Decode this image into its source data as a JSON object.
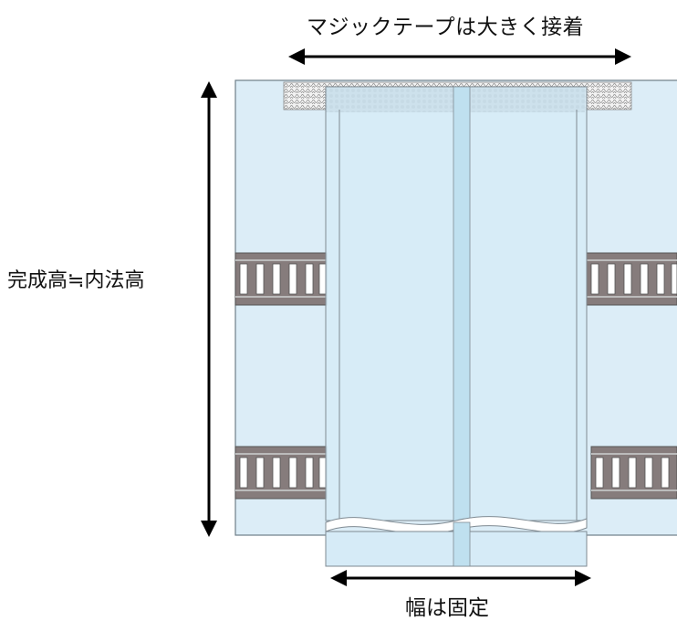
{
  "labels": {
    "top": "マジックテープは大きく接着",
    "left": "完成高≒内法高",
    "bottom": "幅は固定"
  },
  "colors": {
    "window_fill": "#dcedf7",
    "frame_stroke": "#6f7f88",
    "curtain_fill": "#d6ebf7",
    "curtain_stroke": "#7f8a92",
    "center_strip": "#bfe0ef",
    "bracket_fill": "#867c7c",
    "bracket_slot": "#ffffff",
    "tape_light": "#e8e8e8",
    "tape_dark": "#7f8a90",
    "arrow": "#000000"
  },
  "icons": {
    "arrow_double_horizontal": "double-arrow-horizontal",
    "arrow_double_vertical": "double-arrow-vertical",
    "hook_loop_tape": "magic-tape-texture",
    "mount_bracket": "ladder-bracket"
  }
}
